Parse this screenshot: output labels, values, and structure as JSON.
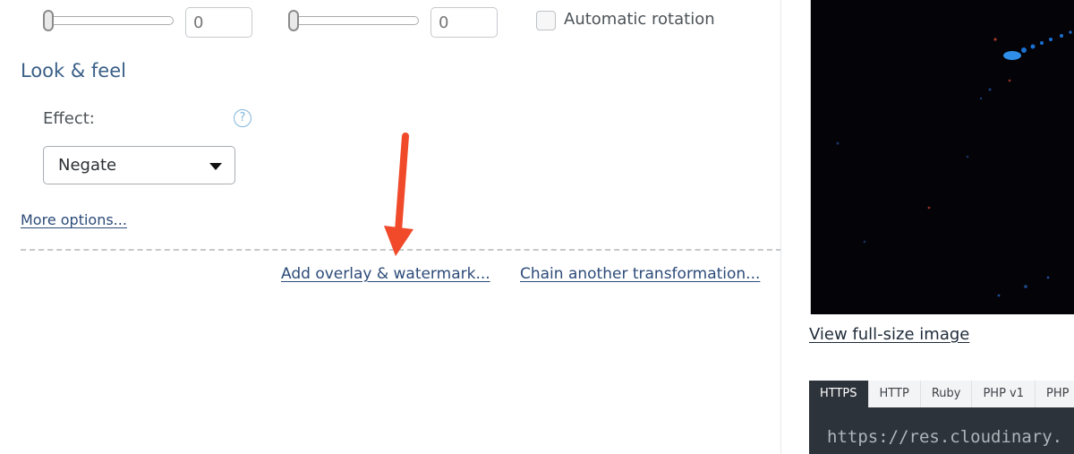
{
  "transform": {
    "slider1": {
      "value": "0",
      "placeholder": "0"
    },
    "slider2": {
      "value": "0",
      "placeholder": "0"
    },
    "rotation": {
      "label": "Automatic rotation",
      "checked": false
    }
  },
  "look_feel": {
    "title": "Look & feel",
    "effect_label": "Effect:",
    "help_glyph": "?",
    "effect_value": "Negate"
  },
  "links": {
    "more_options": "More options...",
    "add_overlay": "Add overlay & watermark...",
    "chain": "Chain another transformation..."
  },
  "preview": {
    "view_full": "View full-size image"
  },
  "code": {
    "tabs": [
      "HTTPS",
      "HTTP",
      "Ruby",
      "PHP v1",
      "PHP"
    ],
    "active_tab": "HTTPS",
    "url_text": "https://res.cloudinary."
  },
  "colors": {
    "arrow": "#f04a2b",
    "link": "#2c4b78",
    "section_title": "#3a5f87"
  }
}
